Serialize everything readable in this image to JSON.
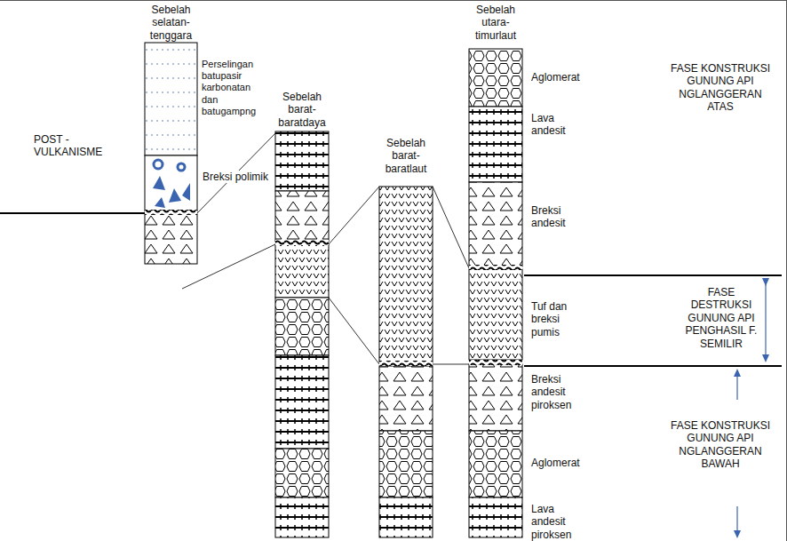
{
  "diagram": {
    "nodes": [
      {
        "text": [
          "Sebelah selatan-tenggara"
        ]
      },
      {
        "text": [
          "Sebelah barat-baratdaya"
        ]
      },
      {
        "text": [
          "Sebelah barat-baratlaut"
        ]
      },
      {
        "text": [
          "Sebelah utara-timurlaut"
        ]
      }
    ],
    "labels": [
      "POST - VULKANISME",
      "Perselingan batupasir karbonatan dan batugampng",
      "Breksi polimik",
      "Aglomerat",
      "Lava andesit",
      "Breksi andesit",
      "FASE KONSTRUKSI GUNUNG API NGLANGGERAN ATAS",
      "Tuf dan breksi pumis",
      "FASE DESTRUKSI GUNUNG API PENGHASIL F. SEMILIR",
      "Breksi andesit piroksen",
      "FASE KONSTRUKSI GUNUNG API NGLANGGERAN BAWAH",
      "Aglomerat",
      "Lava andesit piroksen"
    ]
  }
}
